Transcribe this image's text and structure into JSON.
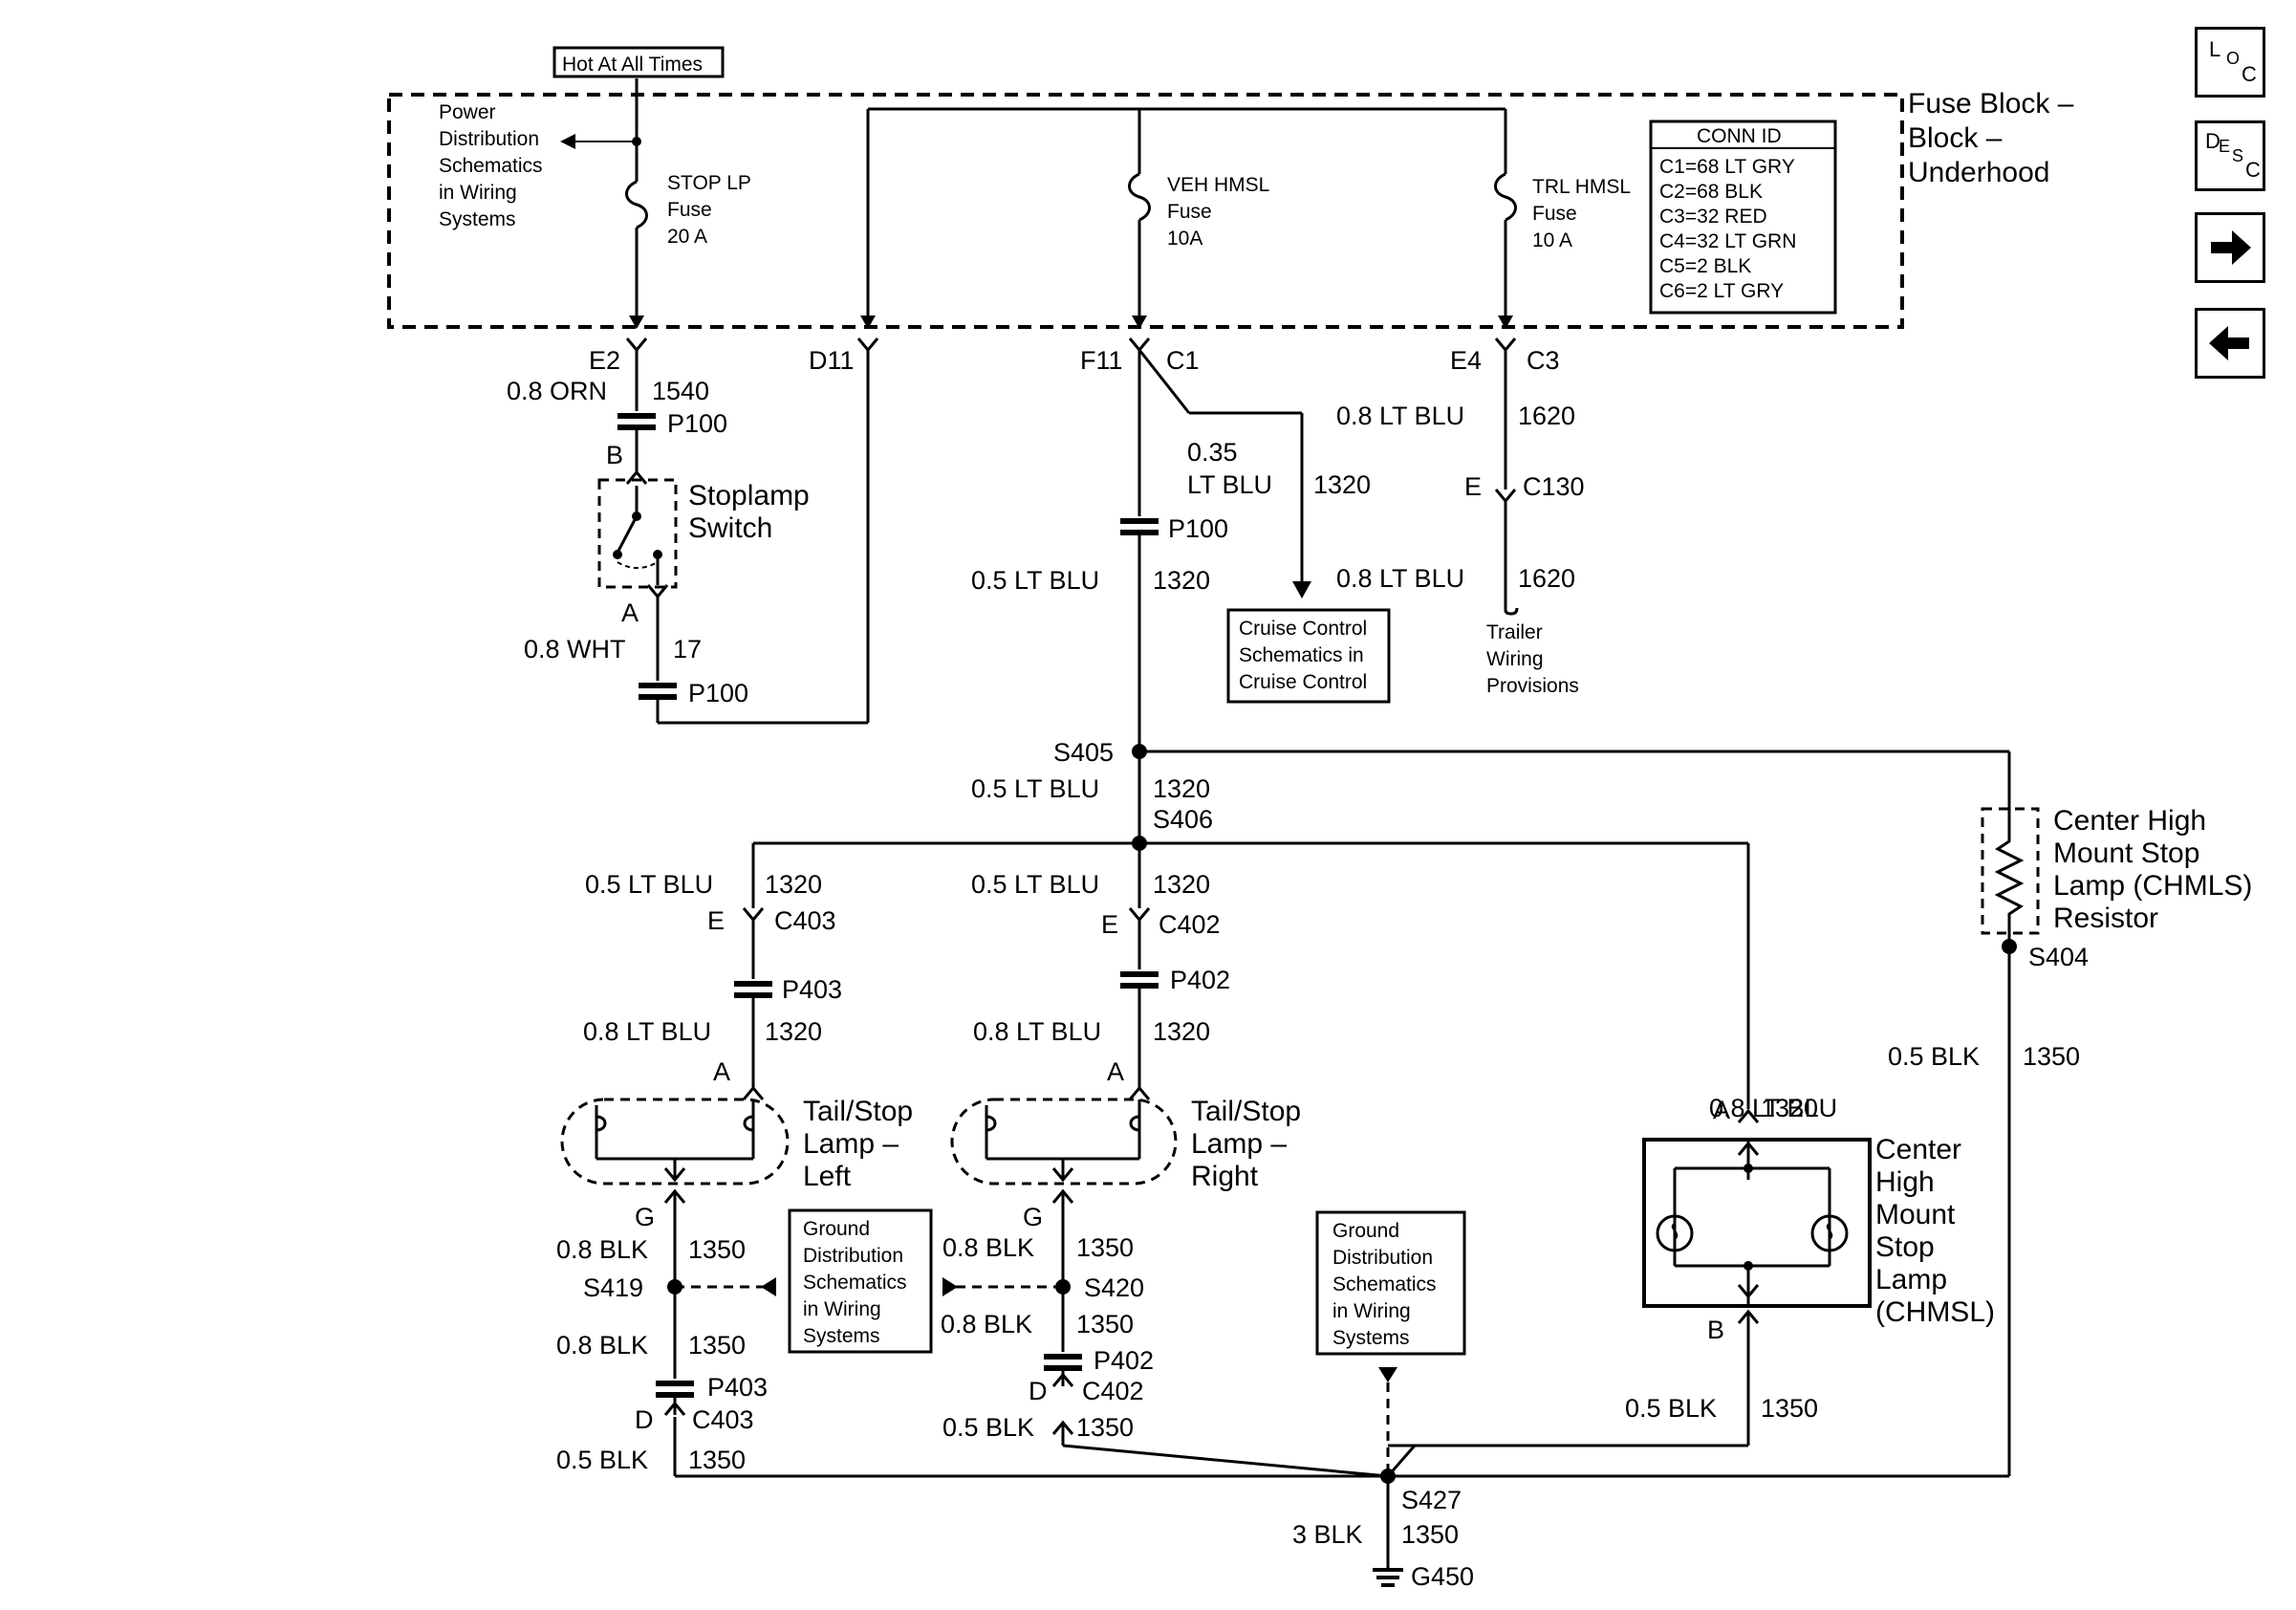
{
  "fuse_block": {
    "name": "Fuse Block –",
    "name2": "Underhood",
    "hot_label": "Hot At All Times",
    "power_ref": [
      "Power",
      "Distribution",
      "Schematics",
      "in Wiring",
      "Systems"
    ],
    "fuses": [
      {
        "lines": [
          "STOP LP",
          "Fuse",
          "20 A"
        ]
      },
      {
        "lines": [
          "VEH HMSL",
          "Fuse",
          "10A"
        ]
      },
      {
        "lines": [
          "TRL HMSL",
          "Fuse",
          "10 A"
        ]
      }
    ],
    "conn_id_title": "CONN ID",
    "conn_ids": [
      "C1=68 LT GRY",
      "C2=68 BLK",
      "C3=32 RED",
      "C4=32 LT GRN",
      "C5=2 BLK",
      "C6=2 LT GRY"
    ]
  },
  "terminals": {
    "e2": "E2",
    "d11": "D11",
    "f11": "F11",
    "c1": "C1",
    "e4": "E4",
    "c3": "C3",
    "b": "B",
    "a": "A",
    "e": "E",
    "g": "G",
    "d": "D"
  },
  "wires": {
    "w_08orn": "0.8 ORN",
    "c1540": "1540",
    "w_08wht": "0.8 WHT",
    "c17": "17",
    "w_035": "0.35",
    "w_ltblu": "LT BLU",
    "w_05ltblu": "0.5 LT BLU",
    "w_08ltblu": "0.8 LT BLU",
    "c1320": "1320",
    "c1620": "1620",
    "w_08blk": "0.8 BLK",
    "w_05blk": "0.5 BLK",
    "w_3blk": "3 BLK",
    "c1350": "1350"
  },
  "connectors": {
    "p100": "P100",
    "p402": "P402",
    "p403": "P403",
    "c130": "C130",
    "c402": "C402",
    "c403": "C403"
  },
  "splices": {
    "s405": "S405",
    "s406": "S406",
    "s404": "S404",
    "s419": "S419",
    "s420": "S420",
    "s427": "S427",
    "g450": "G450"
  },
  "components": {
    "stoplamp_switch": [
      "Stoplamp",
      "Switch"
    ],
    "cruise_ref": [
      "Cruise Control",
      "Schematics in",
      "Cruise Control"
    ],
    "trailer_ref": [
      "Trailer",
      "Wiring",
      "Provisions"
    ],
    "resistor": [
      "Center High",
      "Mount Stop",
      "Lamp (CHMLS)",
      "Resistor"
    ],
    "tail_left": [
      "Tail/Stop",
      "Lamp –",
      "Left"
    ],
    "tail_right": [
      "Tail/Stop",
      "Lamp –",
      "Right"
    ],
    "chmsl": [
      "Center",
      "High",
      "Mount",
      "Stop",
      "Lamp",
      "(CHMSL)"
    ],
    "ground_ref": [
      "Ground",
      "Distribution",
      "Schematics",
      "in Wiring",
      "Systems"
    ]
  },
  "nav": {
    "loc": [
      "L",
      "O",
      "C"
    ],
    "desc": [
      "D",
      "E",
      "S",
      "C"
    ],
    "next_icon": "arrow-right-icon",
    "prev_icon": "arrow-left-icon"
  }
}
